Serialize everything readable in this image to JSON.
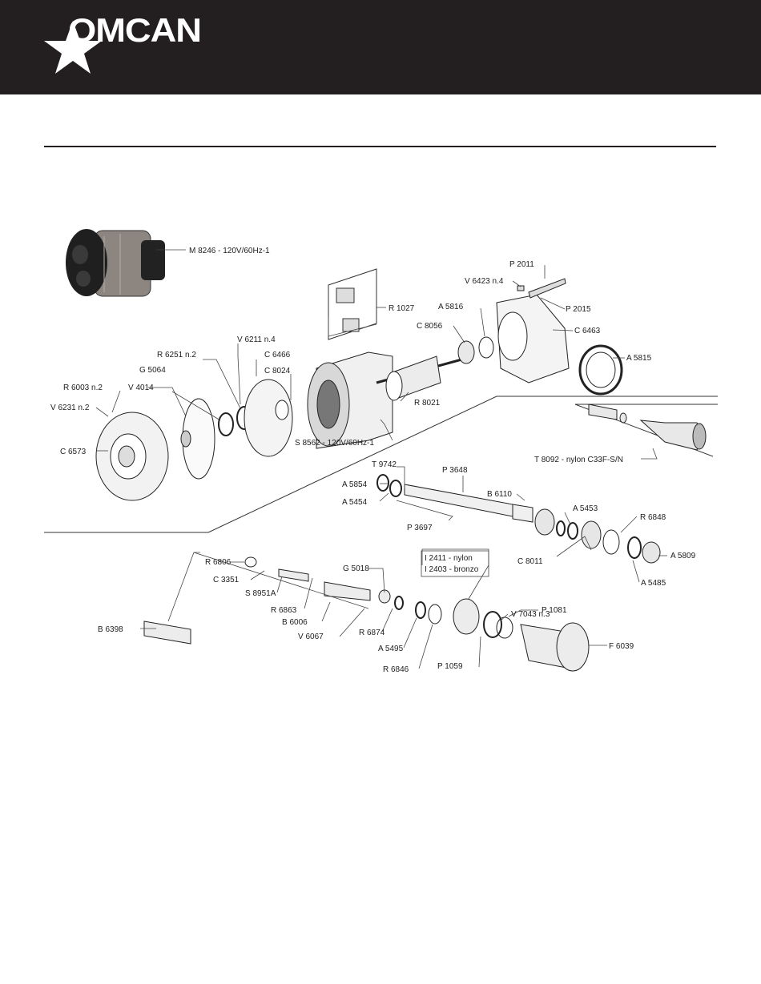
{
  "brand": {
    "name": "OMCAN",
    "colors": {
      "header_bg": "#231f20",
      "text": "#ffffff"
    }
  },
  "parts": [
    {
      "code": "M 8246  - 120V/60Hz-1"
    },
    {
      "code": "R 1027"
    },
    {
      "code": "P 2011"
    },
    {
      "code": "V 6423  n.4"
    },
    {
      "code": "P 2015"
    },
    {
      "code": "A 5816"
    },
    {
      "code": "C 8056"
    },
    {
      "code": "C 6463"
    },
    {
      "code": "A 5815"
    },
    {
      "code": "V 6211  n.4"
    },
    {
      "code": "R 6251  n.2"
    },
    {
      "code": "C 6466"
    },
    {
      "code": "C 8024"
    },
    {
      "code": "G 5064"
    },
    {
      "code": "R 6003  n.2"
    },
    {
      "code": "V 4014"
    },
    {
      "code": "V 6231  n.2"
    },
    {
      "code": "C 6573"
    },
    {
      "code": "R 8021"
    },
    {
      "code": "S 8562  - 120V/60Hz-1"
    },
    {
      "code": "T 8092  - nylon C33F-S/N"
    },
    {
      "code": "T 9742"
    },
    {
      "code": "P 3648"
    },
    {
      "code": "A 5854"
    },
    {
      "code": "A 5454"
    },
    {
      "code": "B 6110"
    },
    {
      "code": "A 5453"
    },
    {
      "code": "R 6848"
    },
    {
      "code": "P 3697"
    },
    {
      "code": "C 8011"
    },
    {
      "code": "A 5809"
    },
    {
      "code": "A 5485"
    },
    {
      "code": "R 6806"
    },
    {
      "code": "C 3351"
    },
    {
      "code": "S 8951A"
    },
    {
      "code": "R 6863"
    },
    {
      "code": "B 6006"
    },
    {
      "code": "V 6067"
    },
    {
      "code": "G 5018"
    },
    {
      "code": "R 6874"
    },
    {
      "code": "A 5495"
    },
    {
      "code": "R 6846"
    },
    {
      "code": "I 2411  - nylon"
    },
    {
      "code": "I 2403  - bronzo"
    },
    {
      "code": "V 7043  n.3"
    },
    {
      "code": "P 1081"
    },
    {
      "code": "P 1059"
    },
    {
      "code": "F 6039"
    },
    {
      "code": "B 6398"
    }
  ]
}
